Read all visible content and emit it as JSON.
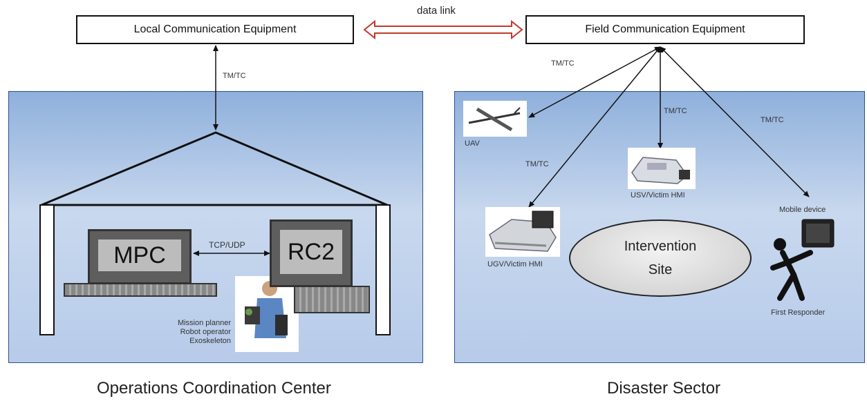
{
  "top": {
    "local_equipment": "Local Communication Equipment",
    "field_equipment": "Field Communication Equipment",
    "data_link": "data link"
  },
  "occ": {
    "link_label": "TM/TC",
    "mpc": "MPC",
    "rc2": "RC2",
    "tcp_udp": "TCP/UDP",
    "roles": [
      "Mission planner",
      "Robot operator",
      "Exoskeleton"
    ],
    "caption": "Operations Coordination Center"
  },
  "sector": {
    "link_labels": [
      "TM/TC",
      "TM/TC",
      "TM/TC",
      "TM/TC"
    ],
    "uav": "UAV",
    "usv": "USV/Victim HMI",
    "ugv": "UGV/Victim HMI",
    "mobile": "Mobile device",
    "intervention": [
      "Intervention",
      "Site"
    ],
    "first_responder": "First Responder",
    "caption": "Disaster Sector"
  },
  "colors": {
    "panel_top": "#8fb0dc",
    "panel_bottom": "#c8d8ee",
    "data_link_arrow": "#c0392b"
  }
}
